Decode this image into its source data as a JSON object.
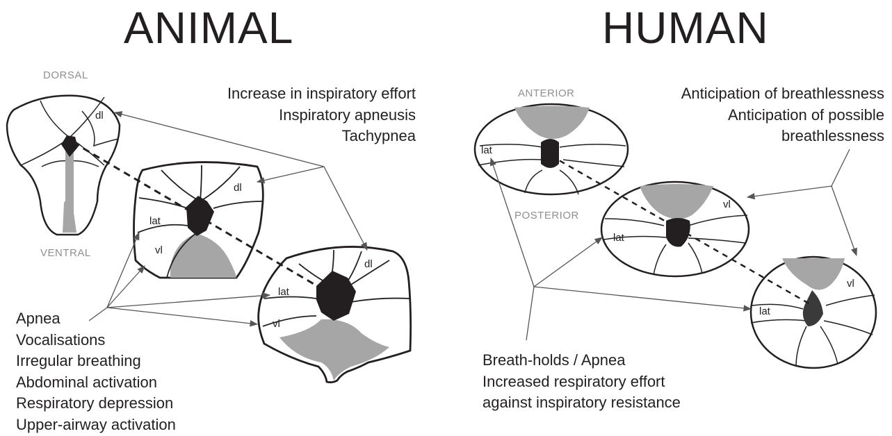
{
  "animal": {
    "title": "ANIMAL",
    "orientation": {
      "top": "DORSAL",
      "bottom": "VENTRAL"
    },
    "dorsal_effects": [
      "Increase in inspiratory effort",
      "Inspiratory apneusis",
      "Tachypnea"
    ],
    "ventral_effects": [
      "Apnea",
      "Vocalisations",
      "Irregular breathing",
      "Abdominal activation",
      "Respiratory depression",
      "Upper-airway activation"
    ],
    "region_labels": {
      "dl": "dl",
      "lat": "lat",
      "vl": "vl"
    }
  },
  "human": {
    "title": "HUMAN",
    "orientation": {
      "top": "ANTERIOR",
      "bottom": "POSTERIOR"
    },
    "upper_effects": [
      "Anticipation of breathlessness",
      "Anticipation of possible",
      "breathlessness"
    ],
    "lower_effects": [
      "Breath-holds / Apnea",
      "Increased respiratory effort",
      "against inspiratory resistance"
    ],
    "region_labels": {
      "lat": "lat",
      "vl": "vl"
    }
  },
  "colors": {
    "ink": "#231f20",
    "gray_region": "#a6a6a6",
    "arrow": "#555555",
    "orientation_text": "#8f8f8f"
  }
}
